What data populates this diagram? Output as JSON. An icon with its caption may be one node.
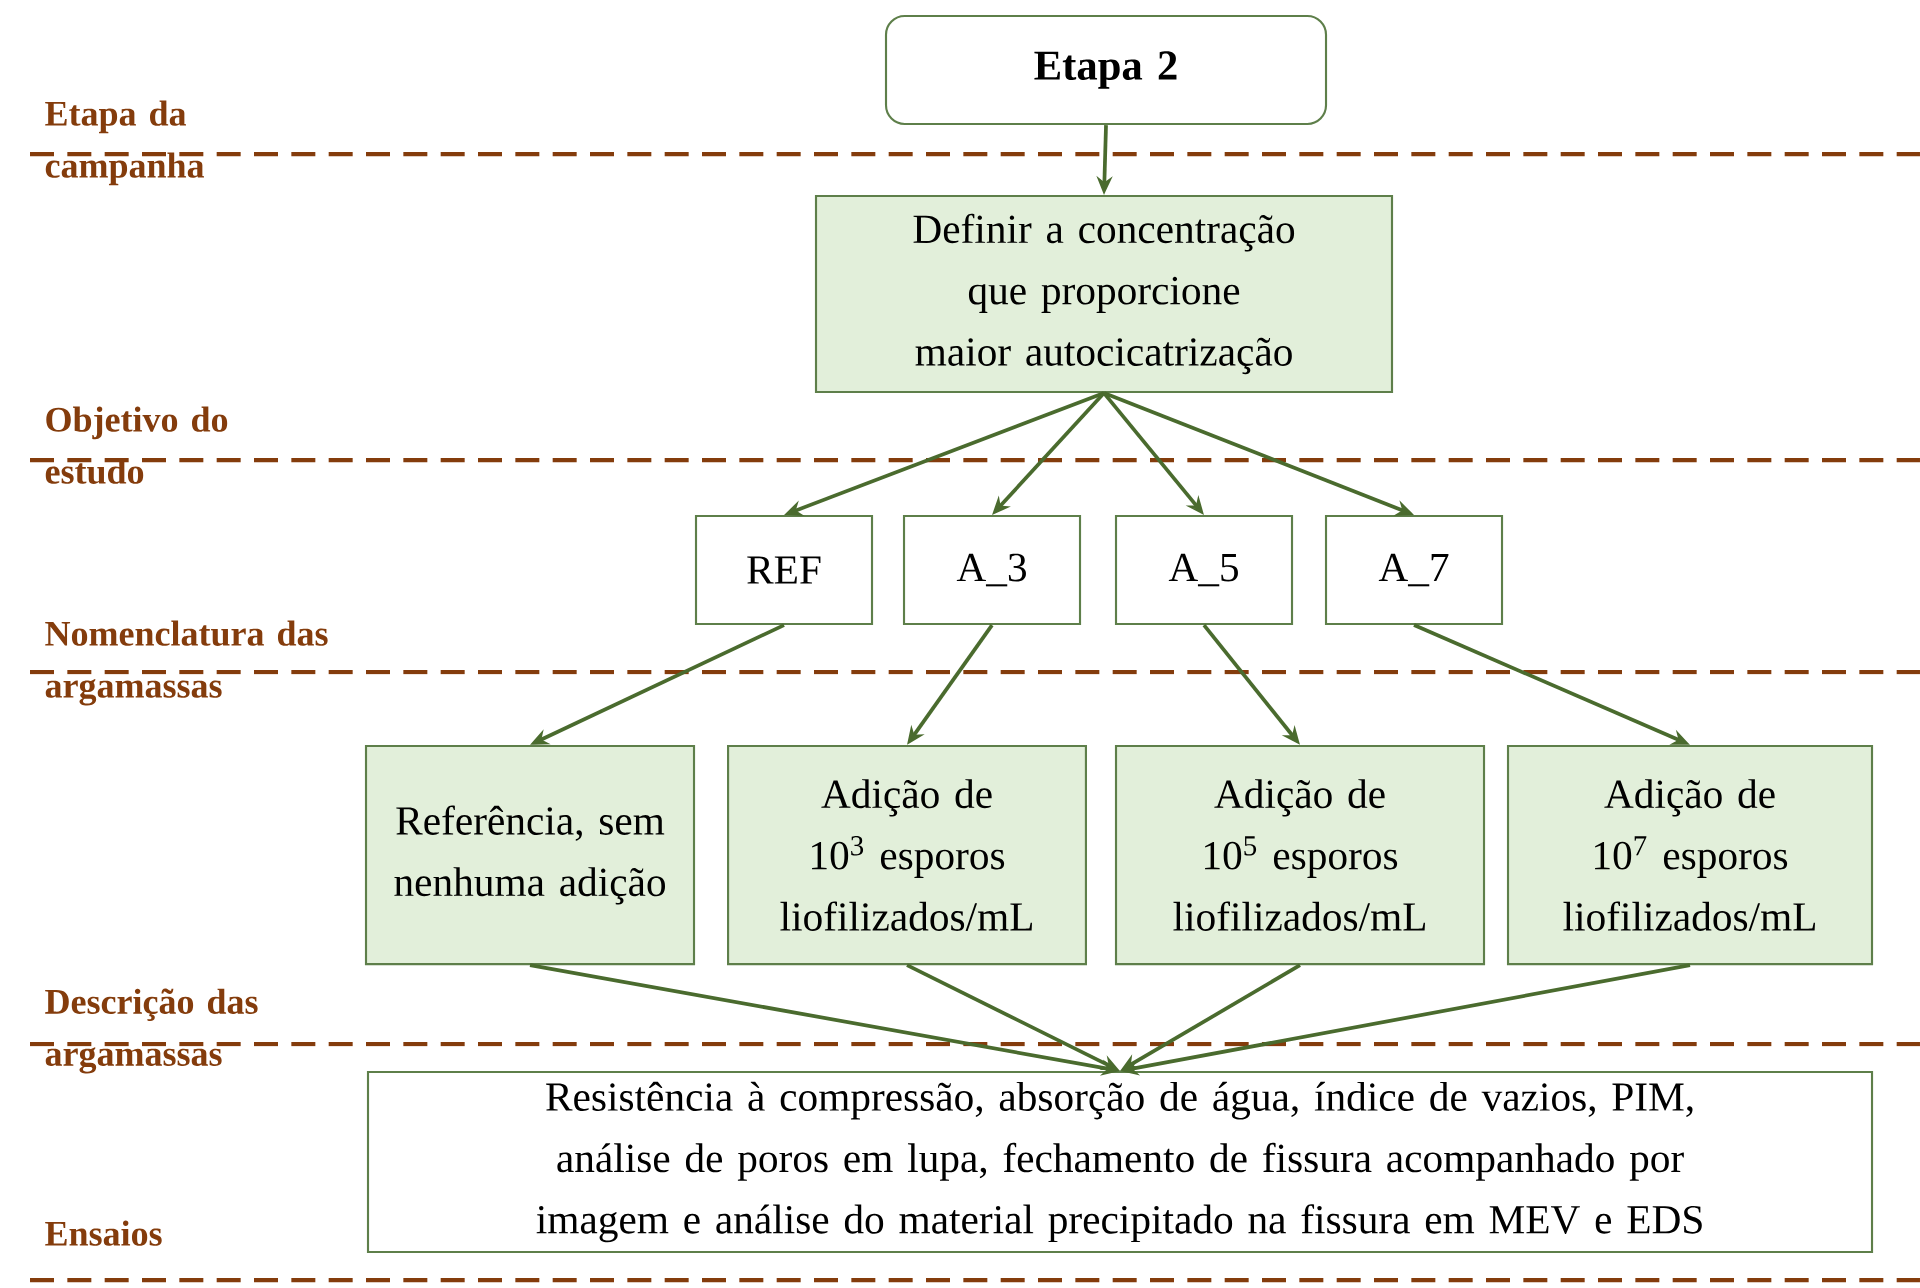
{
  "diagram": {
    "nodes": [
      {
        "text": [
          "Etapa 2"
        ]
      },
      {
        "text": [
          "Definir a concentração que proporcione maior autocicatrização"
        ]
      },
      {
        "text": [
          "REF"
        ]
      },
      {
        "text": [
          "A_3"
        ]
      },
      {
        "text": [
          "A_5"
        ]
      },
      {
        "text": [
          "A_7"
        ]
      },
      {
        "text": [
          "Referência, sem nenhuma adição"
        ]
      },
      {
        "text": [
          "Adição de 10$^{3}$ esporos liofilizados/mL"
        ]
      },
      {
        "text": [
          "Adição de 10$^{5}$ esporos liofilizados/mL"
        ]
      },
      {
        "text": [
          "Adição de 10$^{7}$ esporos liofilizados/mL"
        ]
      },
      {
        "text": [
          "Resistência à compressão, absorção de água, índice de vazios, PIM, análise de poros em lupa, fechamento de fissura acompanhado por imagem e análise do material precipitado na fissura em MEV e EDS"
        ]
      }
    ],
    "edges": [
      {
        "from": 0,
        "to": 1,
        "arrow": "to"
      },
      {
        "from": 1,
        "to": 2,
        "arrow": "to"
      },
      {
        "from": 1,
        "to": 3,
        "arrow": "to"
      },
      {
        "from": 1,
        "to": 4,
        "arrow": "to"
      },
      {
        "from": 1,
        "to": 5,
        "arrow": "to"
      },
      {
        "from": 2,
        "to": 6,
        "arrow": "to"
      },
      {
        "from": 3,
        "to": 7,
        "arrow": "to"
      },
      {
        "from": 4,
        "to": 8,
        "arrow": "to"
      },
      {
        "from": 5,
        "to": 9,
        "arrow": "to"
      },
      {
        "from": 6,
        "to": 10,
        "arrow": "to"
      },
      {
        "from": 7,
        "to": 10,
        "arrow": "to"
      },
      {
        "from": 8,
        "to": 10,
        "arrow": "to"
      },
      {
        "from": 9,
        "to": 10,
        "arrow": "to"
      }
    ],
    "labels": [
      "Etapa da campanha",
      "Objetivo do estudo",
      "Nomenclatura das argamassas",
      "Descrição das argamassas",
      "Ensaios"
    ]
  }
}
